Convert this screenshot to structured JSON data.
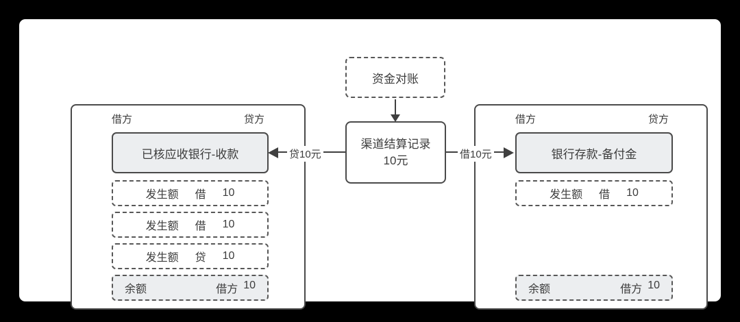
{
  "colors": {
    "frame_background": "#000000",
    "canvas_background": "#ffffff",
    "border_solid": "#4a4a4a",
    "border_dashed": "#575757",
    "node_fill_gray": "#eceef0",
    "arrow": "#3f3f3f",
    "text": "#3c3c3c"
  },
  "recon_node": {
    "label": "资金对账"
  },
  "settlement_node": {
    "line1": "渠道结算记录",
    "line2": "10元"
  },
  "flows": {
    "to_left_label": "贷10元",
    "to_right_label": "借10元"
  },
  "left_panel": {
    "debit_header": "借方",
    "credit_header": "贷方",
    "account": "已核应收银行-收款",
    "entries": [
      {
        "name": "发生额",
        "side": "借",
        "amount": "10"
      },
      {
        "name": "发生额",
        "side": "借",
        "amount": "10"
      },
      {
        "name": "发生额",
        "side": "贷",
        "amount": "10"
      }
    ],
    "balance": {
      "name": "余额",
      "side": "借方",
      "amount": "10"
    }
  },
  "right_panel": {
    "debit_header": "借方",
    "credit_header": "贷方",
    "account": "银行存款-备付金",
    "entries": [
      {
        "name": "发生额",
        "side": "借",
        "amount": "10"
      }
    ],
    "balance": {
      "name": "余额",
      "side": "借方",
      "amount": "10"
    }
  }
}
